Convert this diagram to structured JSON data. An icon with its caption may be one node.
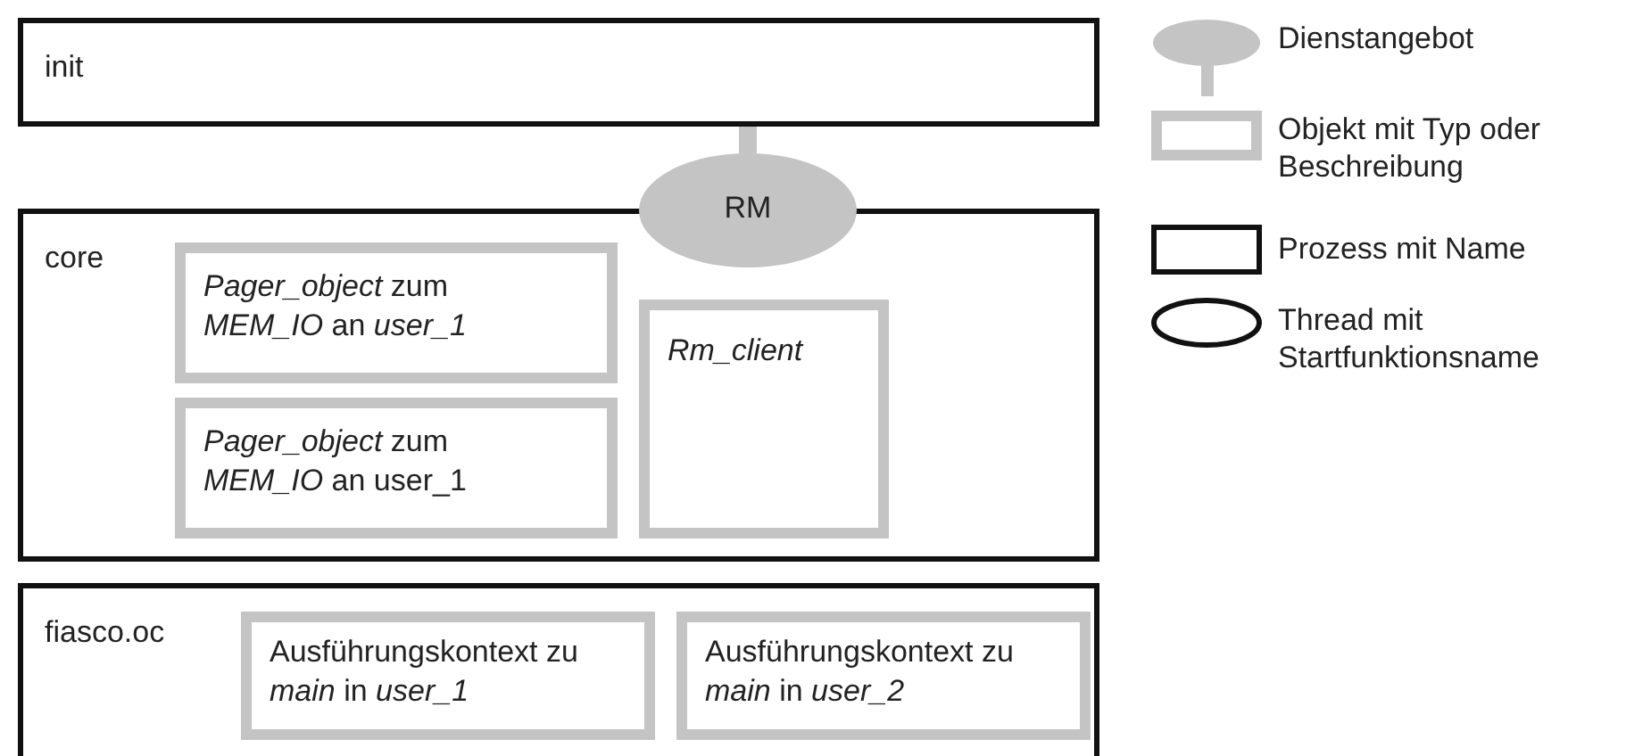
{
  "diagram": {
    "nodes": [
      {
        "text": [
          "init"
        ]
      },
      {
        "text": [
          "RM"
        ]
      },
      {
        "text": [
          "core"
        ]
      },
      {
        "text": [
          "*Pager_object* zum *MEM_IO* an *user_1*"
        ],
        "in": 2
      },
      {
        "text": [
          "*Pager_object* zum *MEM_IO* an user_1"
        ],
        "in": 2
      },
      {
        "text": [
          "*Rm_client*"
        ],
        "in": 2
      },
      {
        "text": [
          "fiasco.oc"
        ]
      },
      {
        "text": [
          "Ausführungskontext zu *main* in *user_1*"
        ],
        "in": 6
      },
      {
        "text": [
          "Ausführungskontext zu *main* in *user_2*"
        ],
        "in": 6
      }
    ],
    "edges": [
      {
        "from": 1,
        "to": 0,
        "arrow": "none"
      }
    ],
    "legend": [
      {
        "text": "Dienstangebot"
      },
      {
        "text": "Objekt mit Typ oder Beschreibung"
      },
      {
        "text": "Prozess mit Name"
      },
      {
        "text": "Thread mit Startfunktionsname"
      }
    ]
  }
}
